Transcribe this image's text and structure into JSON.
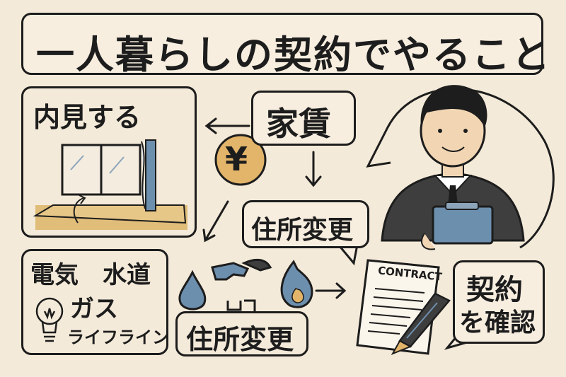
{
  "title": "一人暮らしの契約でやること",
  "nodes": {
    "viewing": "内見する",
    "rent": "家賃",
    "yen_symbol": "¥",
    "address_change_top": "住所変更",
    "address_change_bottom": "住所変更",
    "contract_check_line1": "契約",
    "contract_check_line2": "を確認",
    "contract_doc": "CONTRACT"
  },
  "utilities": {
    "electricity": "電気",
    "water": "水道",
    "gas": "ガス",
    "lifeline": "ライフライン"
  },
  "icons": [
    "window-icon",
    "yen-coin-icon",
    "person-icon",
    "clipboard-icon",
    "lightbulb-icon",
    "water-drop-icon",
    "faucet-icon",
    "flame-icon",
    "contract-document-icon",
    "pen-icon"
  ],
  "colors": {
    "background": "#f4ead9",
    "ink": "#1d1d1d",
    "accent_blue": "#6d8fae",
    "coin": "#e3b56a",
    "floor": "#e0bd79"
  }
}
